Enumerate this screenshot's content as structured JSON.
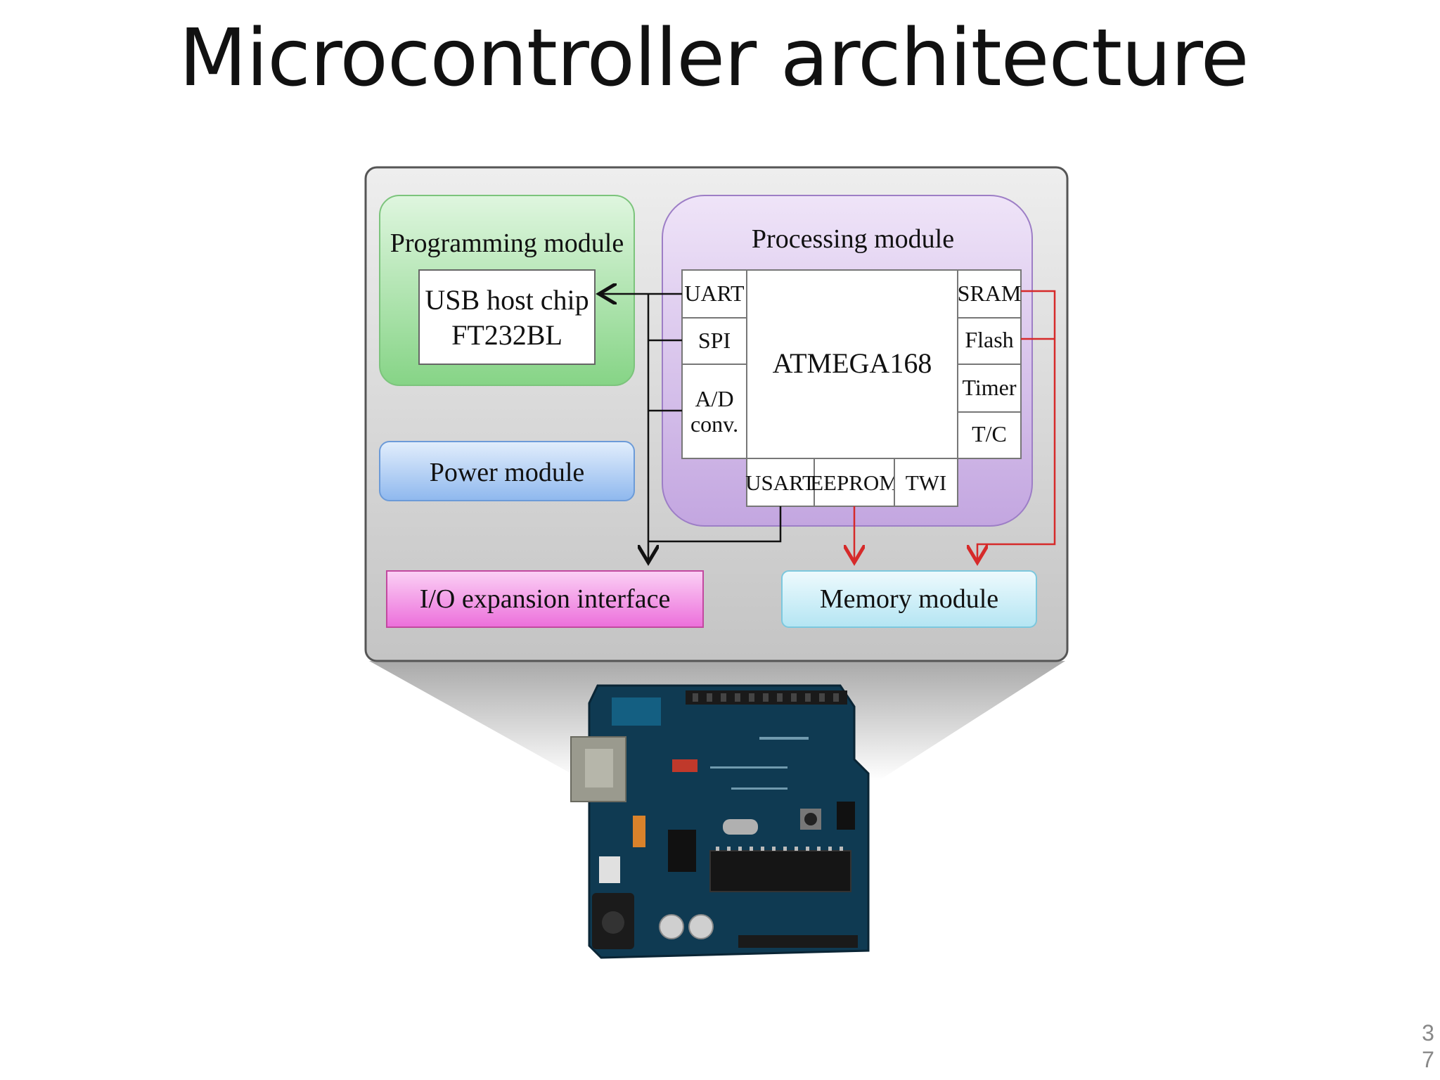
{
  "slide": {
    "title": "Microcontroller architecture",
    "page_number": "37"
  },
  "diagram": {
    "programming_module": {
      "title": "Programming module",
      "chip_line1": "USB host chip",
      "chip_line2": "FT232BL"
    },
    "processing_module": {
      "title": "Processing module",
      "core": "ATMEGA168",
      "left_ports": [
        "UART",
        "SPI",
        "A/D",
        "conv."
      ],
      "right_ports": [
        "SRAM",
        "Flash",
        "Timer",
        "T/C"
      ],
      "bottom_ports": [
        "USART",
        "EEPROM",
        "TWI"
      ]
    },
    "power_module": "Power module",
    "io_expansion": "I/O expansion interface",
    "memory_module": "Memory module",
    "colors": {
      "panel": "#d6d6d6",
      "programming": "#8ed98e",
      "processing": "#cdb4e6",
      "power": "#9cc2f2",
      "io": "#f07fe0",
      "memory": "#bfe9f5",
      "memory_link": "#d62a2a",
      "data_link": "#111111"
    }
  },
  "board_photo": {
    "icon": "arduino-board-image"
  }
}
